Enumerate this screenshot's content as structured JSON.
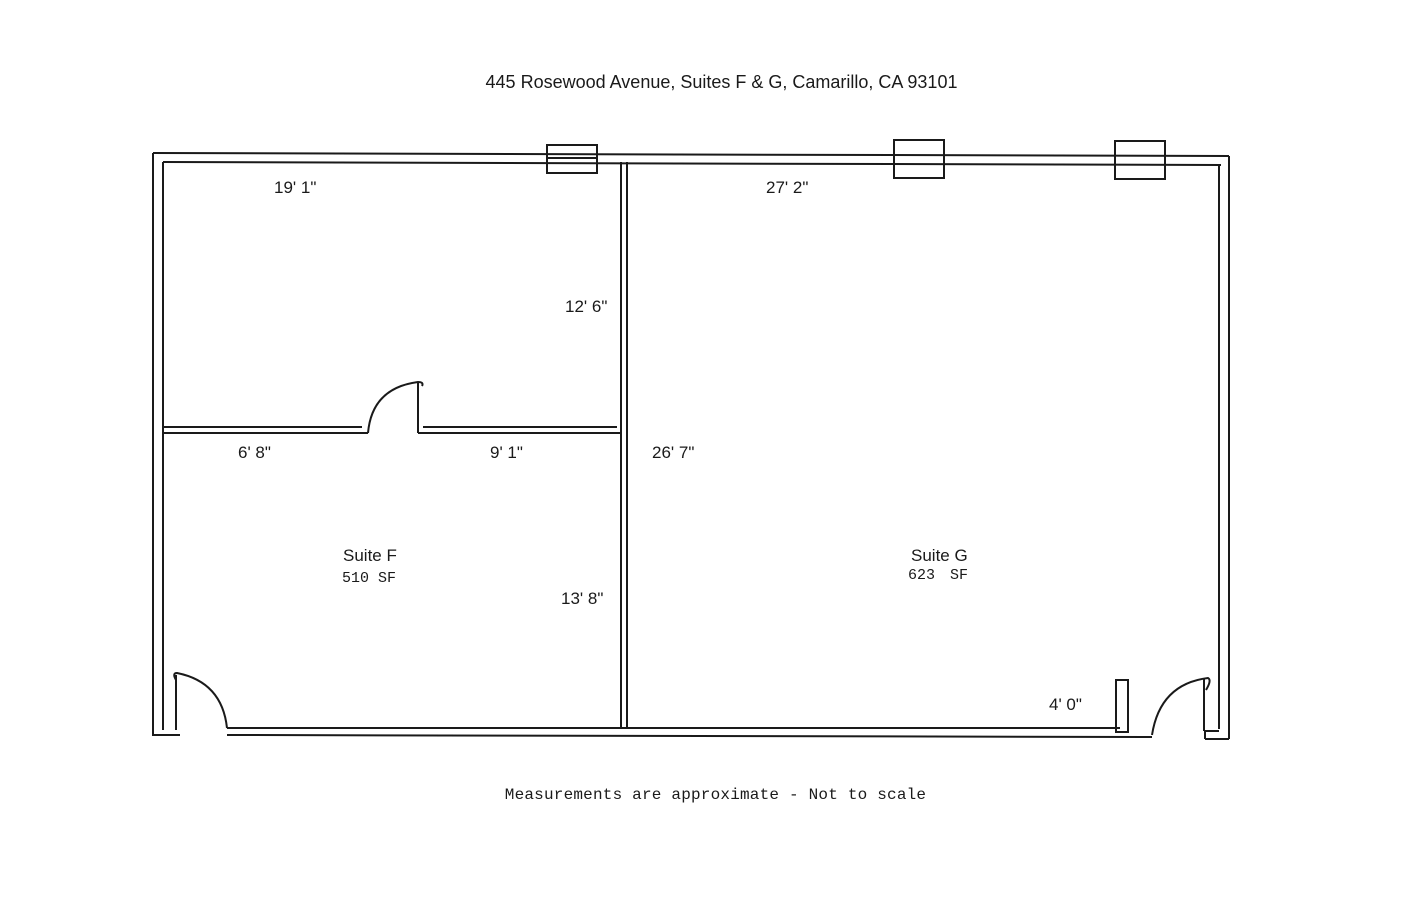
{
  "title": "445 Rosewood Avenue, Suites F & G, Camarillo, CA 93101",
  "footer": "Measurements are approximate - Not to scale",
  "suites": [
    {
      "name": "Suite F",
      "area": "510 SF"
    },
    {
      "name": "Suite G",
      "area": "623 SF"
    }
  ],
  "dimensions": {
    "suite_f_top_width": "19' 1\"",
    "suite_g_top_width": "27' 2\"",
    "suite_f_upper_room_depth": "12' 6\"",
    "suite_f_partition_left": "6' 8\"",
    "suite_f_partition_right": "9' 1\"",
    "suite_g_depth": "26' 7\"",
    "suite_f_lower_depth": "13' 8\"",
    "suite_g_door_width": "4' 0\""
  },
  "colors": {
    "ink": "#1a1a1a",
    "paper": "#ffffff"
  }
}
